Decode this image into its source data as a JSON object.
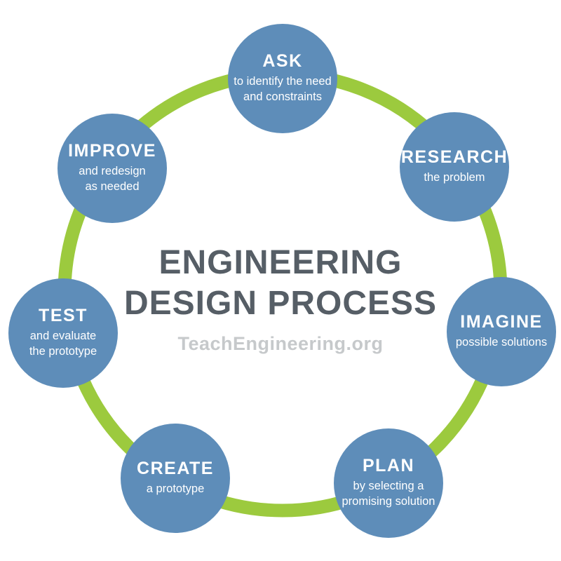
{
  "diagram": {
    "title_line1": "ENGINEERING",
    "title_line2": "DESIGN PROCESS",
    "site": "TeachEngineering.org"
  },
  "steps": [
    {
      "id": "ask",
      "label": "ASK",
      "description": "to identify the need\nand constraints"
    },
    {
      "id": "research",
      "label": "RESEARCH",
      "description": "the problem"
    },
    {
      "id": "imagine",
      "label": "IMAGINE",
      "description": "possible solutions"
    },
    {
      "id": "plan",
      "label": "PLAN",
      "description": "by selecting a\npromising solution"
    },
    {
      "id": "create",
      "label": "CREATE",
      "description": "a prototype"
    },
    {
      "id": "test",
      "label": "TEST",
      "description": "and evaluate\nthe prototype"
    },
    {
      "id": "improve",
      "label": "IMPROVE",
      "description": "and redesign\nas needed"
    }
  ],
  "colors": {
    "circle_blue": "#5e8db9",
    "ring_green": "#9cca3e",
    "title_gray": "#565e66",
    "site_gray": "#c6c9cb",
    "step_text": "#ffffff"
  }
}
